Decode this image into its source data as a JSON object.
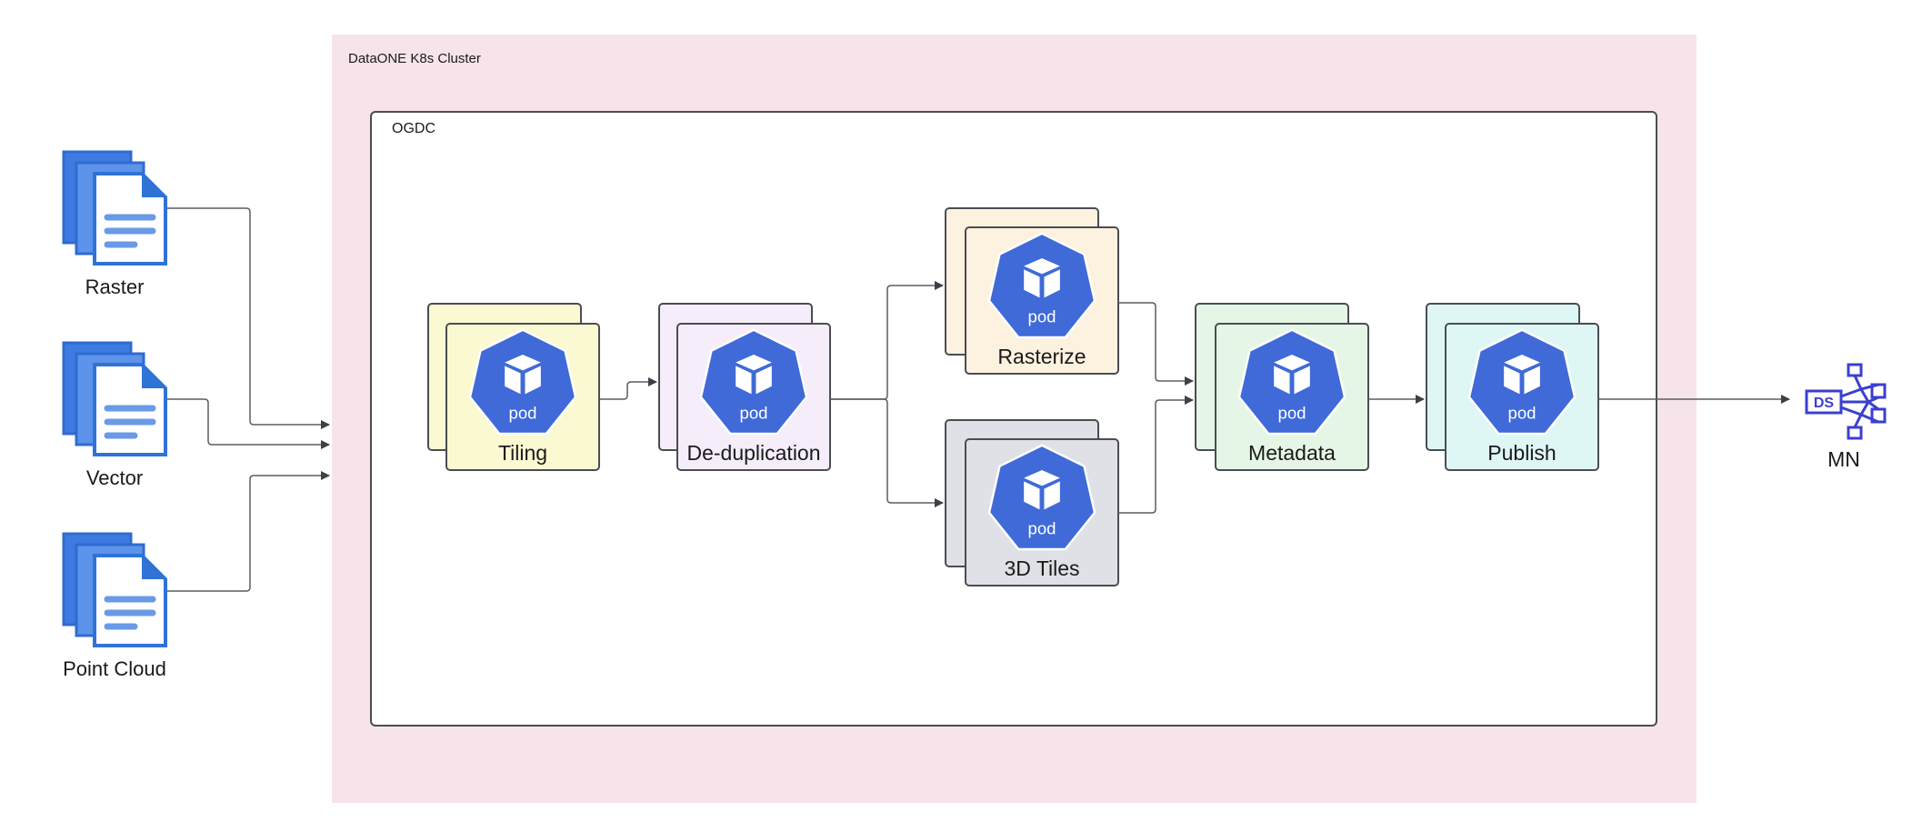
{
  "cluster": {
    "label": "DataONE K8s Cluster"
  },
  "ogdc": {
    "label": "OGDC"
  },
  "sources": [
    {
      "label": "Raster",
      "icon": "document-stack-icon"
    },
    {
      "label": "Vector",
      "icon": "document-stack-icon"
    },
    {
      "label": "Point Cloud",
      "icon": "document-stack-icon"
    }
  ],
  "stages": [
    {
      "label": "Tiling",
      "pod": "pod",
      "color": "#fbf9d2"
    },
    {
      "label": "De-duplication",
      "pod": "pod",
      "color": "#f5eefa"
    },
    {
      "label": "Rasterize",
      "pod": "pod",
      "color": "#fdf2df"
    },
    {
      "label": "3D Tiles",
      "pod": "pod",
      "color": "#dfe1e6"
    },
    {
      "label": "Metadata",
      "pod": "pod",
      "color": "#e6f6e6"
    },
    {
      "label": "Publish",
      "pod": "pod",
      "color": "#def7f5"
    }
  ],
  "destination": {
    "label": "MN",
    "badge": "DS"
  },
  "colors": {
    "pod_blue": "#3f6ad8",
    "cluster_bg": "#f7e4ea",
    "doc_blue": "#2f73d6",
    "mn_blue": "#3b3fd0"
  }
}
